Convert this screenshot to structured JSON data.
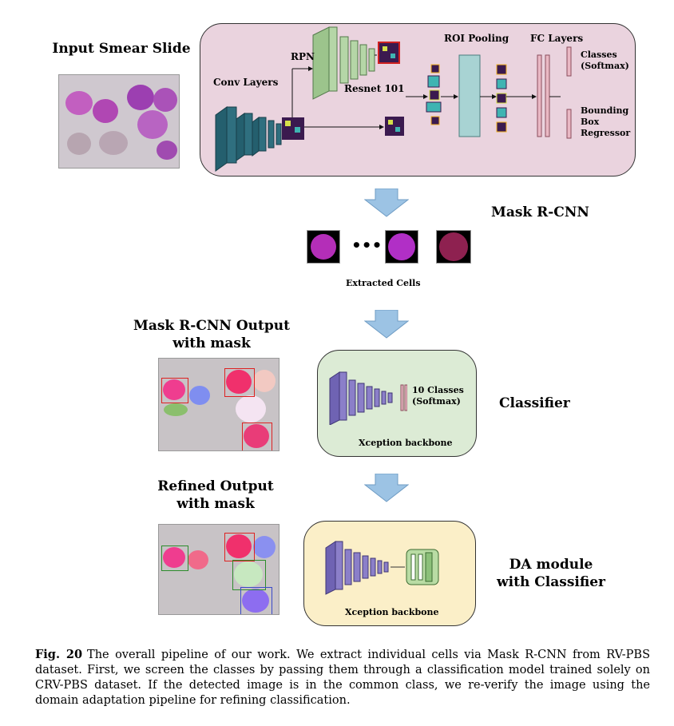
{
  "labels": {
    "input_slide": "Input Smear Slide",
    "conv_layers": "Conv Layers",
    "rpn": "RPN",
    "resnet": "Resnet 101",
    "roi_pooling": "ROI Pooling",
    "fc_layers": "FC Layers",
    "classes_softmax": "Classes (Softmax)",
    "bbox_regressor": "Bounding Box Regressor",
    "mask_rcnn": "Mask R-CNN",
    "extracted_cells": "Extracted Cells",
    "ellipsis": "•••",
    "mask_output": "Mask R-CNN Output with mask",
    "ten_classes": "10 Classes (Softmax)",
    "xception1": "Xception backbone",
    "classifier": "Classifier",
    "refined_output": "Refined Output with mask",
    "xception2": "Xception backbone",
    "da_module": "DA module with Classifier"
  },
  "caption": {
    "fig": "Fig. 20",
    "text": "The overall pipeline of our work. We extract individual cells via Mask R-CNN from RV-PBS dataset. First, we screen the classes by passing them through a classification model trained solely on CRV-PBS dataset. If the detected image is in the common class, we re-verify the image using the domain adaptation pipeline for refining classification."
  },
  "colors": {
    "mask_rcnn_box": "#ead3de",
    "classifier_box": "#dcebd5",
    "da_box": "#fbefc8",
    "conv": "#2f6f7f",
    "rpn": "#b5d6a7",
    "roi": "#a8d3d3",
    "fc": "#e9b8c4",
    "xception": "#8b7fc9",
    "arrow": "#9cc3e4"
  }
}
